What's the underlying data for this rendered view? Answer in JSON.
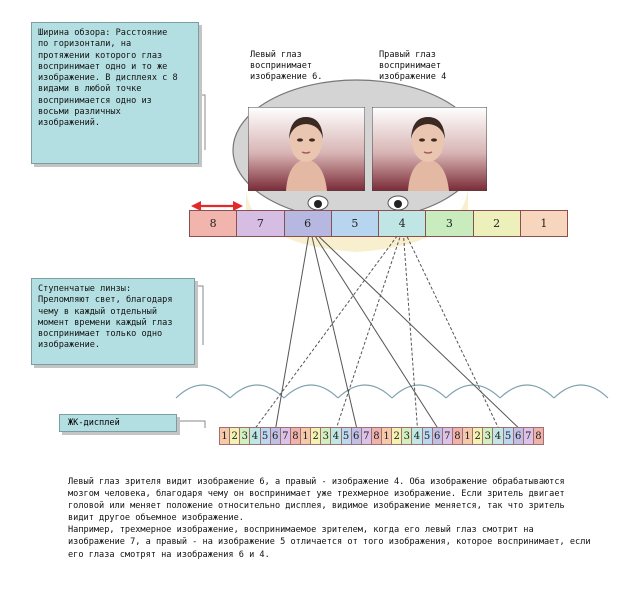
{
  "callouts": {
    "view_width": {
      "lines": [
        "Ширина обзора: Расстояние",
        "по горизонтали, на",
        "протяжении которого глаз",
        "воспринимает одно и то же",
        "изображение. В дисплеях с 8",
        "видами в любой точке",
        "воспринимается одно из",
        "восьми различных",
        "изображений."
      ]
    },
    "step_lenses": {
      "lines": [
        "Ступенчатые линзы:",
        "Преломляют свет, благодаря",
        "чему в каждый отдельный",
        "момент времени каждый глаз",
        "воспринимает только одно",
        "изображение."
      ]
    },
    "lcd": {
      "label": "ЖК-дисплей"
    }
  },
  "eye_labels": {
    "left": {
      "lines": [
        "Левый глаз",
        "воспринимает",
        "изображение 6."
      ]
    },
    "right": {
      "lines": [
        "Правый глаз",
        "воспринимает",
        "изображение 4"
      ]
    }
  },
  "view_strip": {
    "cells": [
      {
        "label": "8",
        "color": "#f2b5ae"
      },
      {
        "label": "7",
        "color": "#d6bde4"
      },
      {
        "label": "6",
        "color": "#b7b8e2"
      },
      {
        "label": "5",
        "color": "#b7d5ef"
      },
      {
        "label": "4",
        "color": "#bfe6e4"
      },
      {
        "label": "3",
        "color": "#c9ecbe"
      },
      {
        "label": "2",
        "color": "#eef0bb"
      },
      {
        "label": "1",
        "color": "#f8d6bd"
      }
    ],
    "arrow_color": "#e32a2a"
  },
  "lcd_strip": {
    "pixels": [
      "1",
      "2",
      "3",
      "4",
      "5",
      "6",
      "7",
      "8",
      "1",
      "2",
      "3",
      "4",
      "5",
      "6",
      "7",
      "8",
      "1",
      "2",
      "3",
      "4",
      "5",
      "6",
      "7",
      "8",
      "1",
      "2",
      "3",
      "4",
      "5",
      "6",
      "7",
      "8"
    ],
    "colors": {
      "1": "#f6c9aa",
      "2": "#f4f2b3",
      "3": "#d3efbf",
      "4": "#bfe8e4",
      "5": "#bcd7f1",
      "6": "#c0bfe6",
      "7": "#dcc2e8",
      "8": "#f0b3ac"
    }
  },
  "caption": {
    "lines": [
      "Левый глаз зрителя видит изображение 6, а правый - изображение 4. Оба изображение обрабатываются",
      "мозгом человека, благодаря чему он воспринимает уже трехмерное изображение. Если зритель двигает",
      "головой или меняет положение относительно дисплея, видимое изображение меняется, так что зритель",
      "видит другое объемное изображение.",
      "Например, трехмерное изображение, воспринимаемое зрителем, когда его левый глаз смотрит на",
      "изображение 7, а правый - на изображение 5 отличается от того изображения, которое воспринимает, если",
      "его глаза смотрят на изображения 6 и 4."
    ]
  }
}
